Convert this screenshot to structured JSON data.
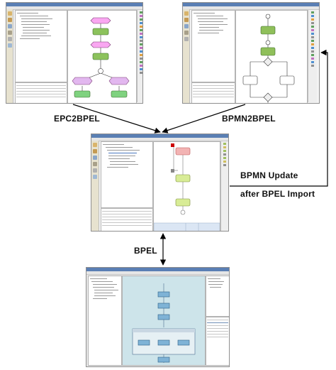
{
  "labels": {
    "epc2bpel": "EPC2BPEL",
    "bpmn2bpel": "BPMN2BPEL",
    "bpmn_update_line1": "BPMN Update",
    "bpmn_update_line2": "after BPEL Import",
    "bpel": "BPEL"
  },
  "screenshots": [
    {
      "name": "epc-editor",
      "description_colors": {
        "function": "#f9a7f1",
        "event": "#7fd27f",
        "connector": "#e2b7ef"
      }
    },
    {
      "name": "bpmn-editor",
      "description_colors": {
        "task": "#8fbf5a",
        "gateway": "#eeeeee"
      }
    },
    {
      "name": "bpel-editor",
      "description_colors": {
        "start": "#f2b3b3",
        "activity": "#d8ec96"
      }
    },
    {
      "name": "bpel-designer",
      "description_colors": {
        "background": "#cde4ea",
        "activity": "#7fb3d6"
      }
    }
  ],
  "colors": {
    "titlebar": "#5a7fb4",
    "arrow": "#000000"
  }
}
